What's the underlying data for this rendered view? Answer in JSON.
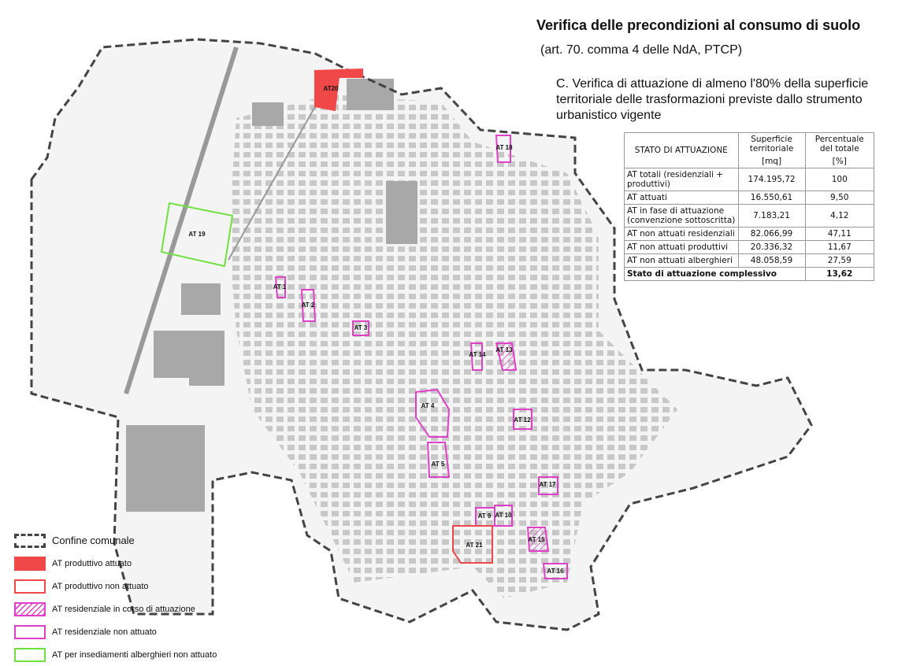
{
  "header": {
    "title": "Verifica delle precondizioni al consumo di suolo",
    "subtitle": "(art. 70. comma 4 delle NdA, PTCP)",
    "description": "C. Verifica di attuazione di almeno l'80% della superficie territoriale delle trasformazioni previste dallo strumento urbanistico vigente"
  },
  "table": {
    "headers": [
      "STATO DI ATTUAZIONE",
      "Superficie territoriale",
      "Percentuale del totale"
    ],
    "units": [
      "[mq]",
      "[%]"
    ],
    "rows": [
      [
        "AT totali (residenziali + produttivi)",
        "174.195,72",
        "100"
      ],
      [
        "AT attuati",
        "16.550,61",
        "9,50"
      ],
      [
        "AT in fase di attuazione (convenzione sottoscritta)",
        "7.183,21",
        "4,12"
      ],
      [
        "AT non attuati residenziali",
        "82.066,99",
        "47,11"
      ],
      [
        "AT non attuati produttivi",
        "20.336,32",
        "11,67"
      ],
      [
        "AT non attuati alberghieri",
        "48.058,59",
        "27,59"
      ]
    ],
    "total": [
      "Stato di attuazione complessivo",
      "13,62"
    ]
  },
  "legend": [
    {
      "label": "Confine comunale",
      "style": "boundary"
    },
    {
      "label": "AT produttivo attuato",
      "style": "red-fill"
    },
    {
      "label": "AT produttivo non attuato",
      "style": "red-outline"
    },
    {
      "label": "AT residenziale in corso di attuazione",
      "style": "magenta-hatch"
    },
    {
      "label": "AT residenziale non attuato",
      "style": "magenta-outline"
    },
    {
      "label": "AT per insediamenti alberghieri non attuato",
      "style": "green-outline"
    }
  ],
  "colors": {
    "red": "#f04848",
    "magenta": "#e040c8",
    "green": "#70e040",
    "boundary": "#444444",
    "buildings": "#a8a8a8"
  },
  "areas": [
    {
      "label": "AT20",
      "type": "red-fill"
    },
    {
      "label": "AT 18",
      "type": "magenta-outline"
    },
    {
      "label": "AT 19",
      "type": "green-outline"
    },
    {
      "label": "AT 1",
      "type": "magenta-outline"
    },
    {
      "label": "AT 2",
      "type": "magenta-outline"
    },
    {
      "label": "AT 3",
      "type": "magenta-outline"
    },
    {
      "label": "AT 14",
      "type": "magenta-outline"
    },
    {
      "label": "AT 13",
      "type": "magenta-hatch"
    },
    {
      "label": "AT 4",
      "type": "magenta-outline"
    },
    {
      "label": "AT 12",
      "type": "magenta-outline"
    },
    {
      "label": "AT 5",
      "type": "magenta-outline"
    },
    {
      "label": "AT 17",
      "type": "magenta-outline"
    },
    {
      "label": "AT 9",
      "type": "magenta-outline"
    },
    {
      "label": "AT 10",
      "type": "magenta-outline"
    },
    {
      "label": "AT 21",
      "type": "red-outline"
    },
    {
      "label": "AT 15",
      "type": "magenta-hatch"
    },
    {
      "label": "AT 16",
      "type": "magenta-outline"
    }
  ]
}
